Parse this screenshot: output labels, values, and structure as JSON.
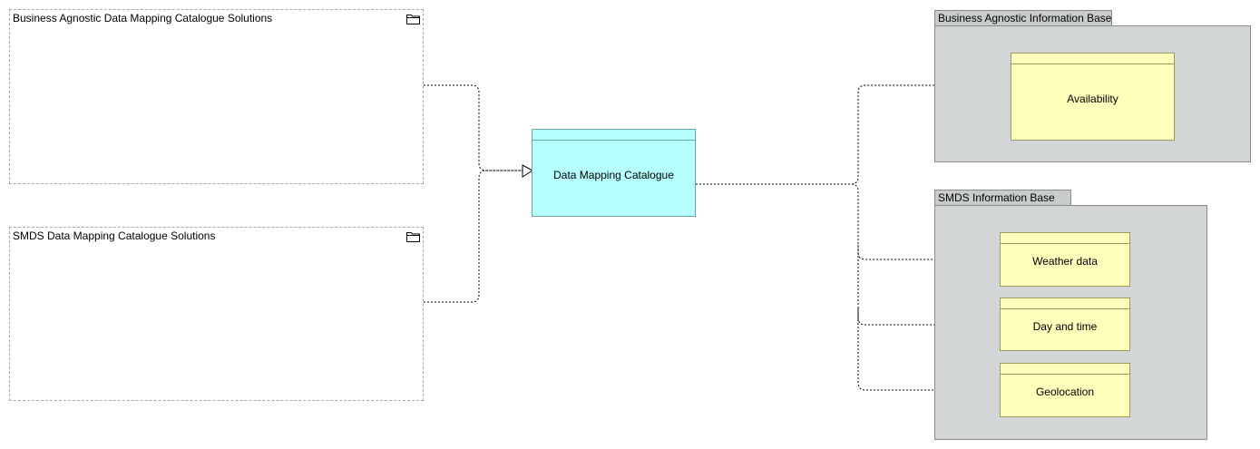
{
  "groups": {
    "ba_solutions": "Business Agnostic Data Mapping Catalogue Solutions",
    "smds_solutions": "SMDS Data Mapping Catalogue Solutions",
    "ba_info_base": "Business Agnostic Information Base",
    "smds_info_base": "SMDS Information Base"
  },
  "objects": {
    "catalogue": "Data Mapping Catalogue",
    "availability": "Availability",
    "weather": "Weather data",
    "daytime": "Day and time",
    "geolocation": "Geolocation"
  },
  "colors": {
    "catalogue_fill": "#b5ffff",
    "data_object_fill": "#ffffbb",
    "info_base_fill": "#d3d6d7"
  },
  "icons": [
    "folder-icon",
    "folder-icon"
  ]
}
